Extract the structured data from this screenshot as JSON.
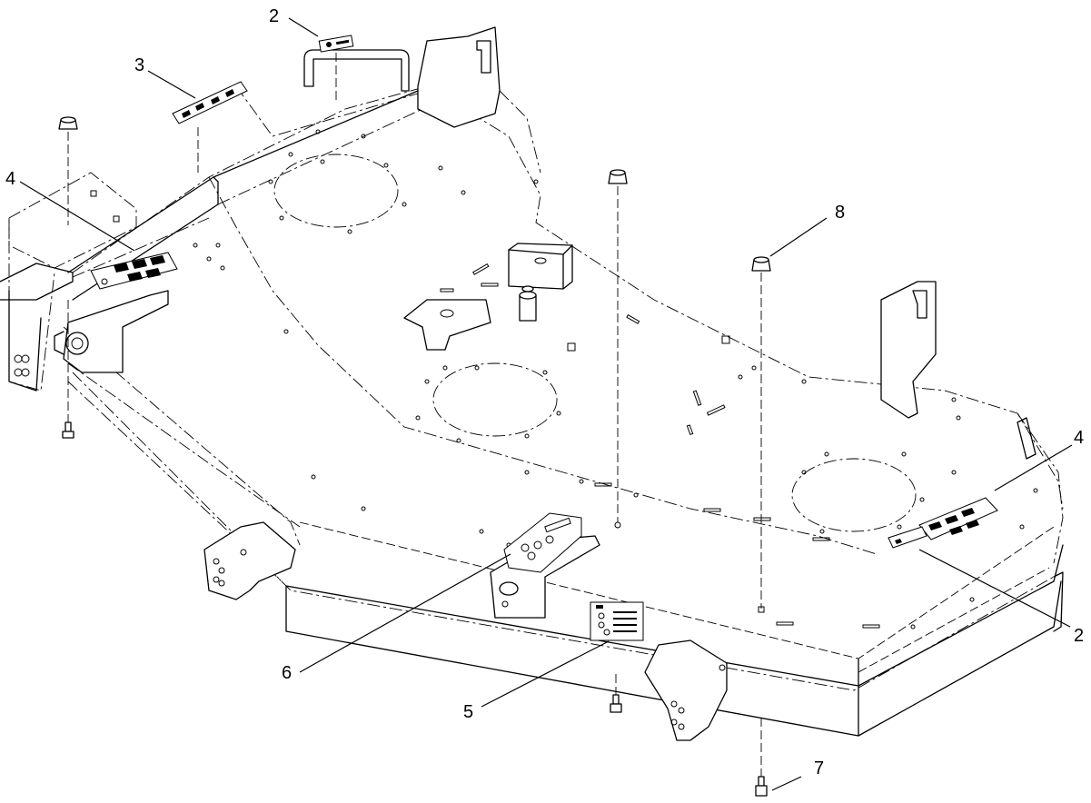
{
  "diagram": {
    "callouts": [
      {
        "id": "c2-top",
        "label": "2"
      },
      {
        "id": "c3",
        "label": "3"
      },
      {
        "id": "c4-left",
        "label": "4"
      },
      {
        "id": "c8",
        "label": "8"
      },
      {
        "id": "c4-right",
        "label": "4"
      },
      {
        "id": "c2-right",
        "label": "2"
      },
      {
        "id": "c6",
        "label": "6"
      },
      {
        "id": "c5",
        "label": "5"
      },
      {
        "id": "c7",
        "label": "7"
      }
    ]
  }
}
